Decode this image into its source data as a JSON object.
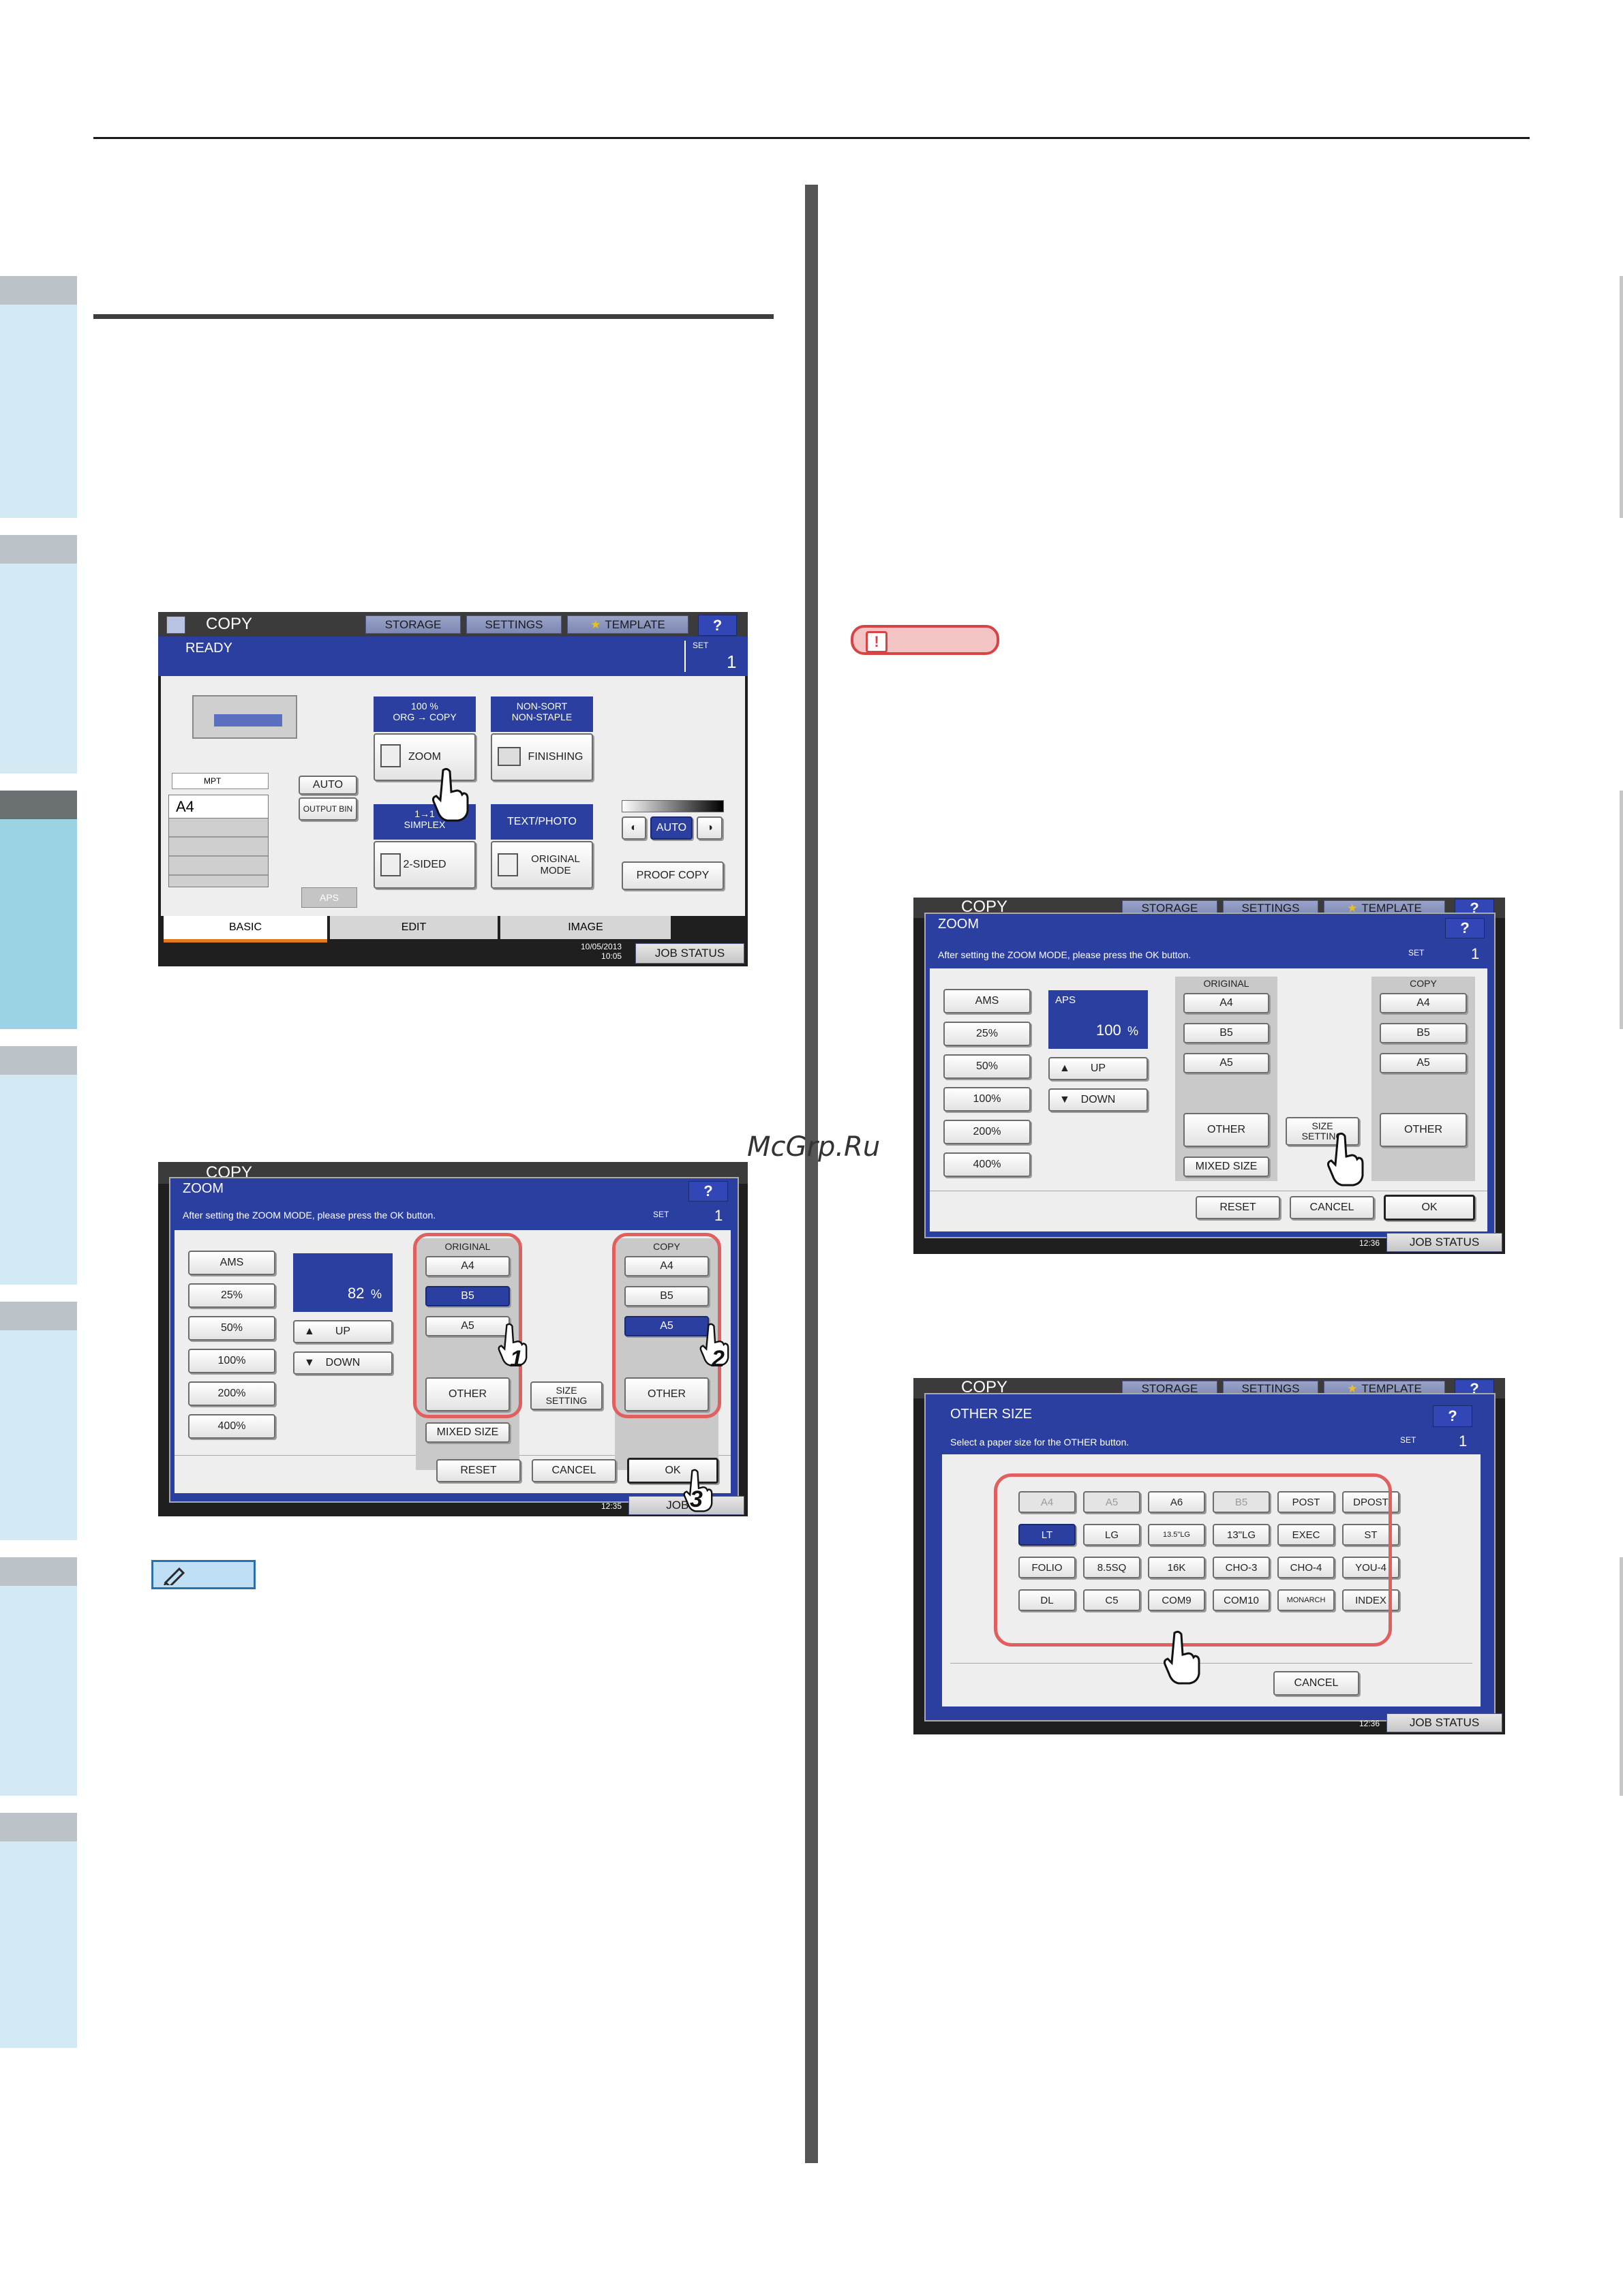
{
  "watermark": "McGrp.Ru",
  "screen1": {
    "title": "COPY",
    "topbar": {
      "storage": "STORAGE",
      "settings": "SETTINGS",
      "template": "TEMPLATE",
      "help": "?"
    },
    "status": "READY",
    "set_label": "SET",
    "set_value": "1",
    "machine": {
      "mpt": "MPT",
      "paper": "A4",
      "aps": "APS"
    },
    "auto_btn": "AUTO",
    "output_bin": "OUTPUT BIN",
    "zoom_info": [
      "100 %",
      "ORG → COPY"
    ],
    "zoom_btn": "ZOOM",
    "finishing_info": [
      "NON-SORT",
      "NON-STAPLE"
    ],
    "finishing_btn": "FINISHING",
    "sided_info": [
      "1→1",
      "SIMPLEX"
    ],
    "sided_btn": "2-SIDED",
    "mode_info": "TEXT/PHOTO",
    "mode_btn": [
      "ORIGINAL",
      "MODE"
    ],
    "density_auto": "AUTO",
    "proof_copy": "PROOF COPY",
    "tabs": [
      "BASIC",
      "EDIT",
      "IMAGE"
    ],
    "date": [
      "10/05/2013",
      "10:05"
    ],
    "job_status": "JOB STATUS"
  },
  "screen2": {
    "behind_title": "COPY",
    "title": "ZOOM",
    "help": "?",
    "message": "After setting the ZOOM MODE, please press the OK button.",
    "set_label": "SET",
    "set_value": "1",
    "left_buttons": [
      "AMS",
      "25%",
      "50%",
      "100%",
      "200%",
      "400%"
    ],
    "zoom_value": "82",
    "percent": "%",
    "up": "UP",
    "down": "DOWN",
    "original_header": "ORIGINAL",
    "original_sizes": [
      "A4",
      "B5",
      "A5"
    ],
    "original_selected": "B5",
    "copy_header": "COPY",
    "copy_sizes": [
      "A4",
      "B5",
      "A5"
    ],
    "copy_selected": "A5",
    "other": "OTHER",
    "size_setting": [
      "SIZE",
      "SETTING"
    ],
    "mixed_size": "MIXED SIZE",
    "reset": "RESET",
    "cancel": "CANCEL",
    "ok": "OK",
    "time": "12:35",
    "job_status": "JOB ST",
    "steps": [
      "1",
      "2",
      "3"
    ]
  },
  "screen3": {
    "behind_title": "COPY",
    "topbar": {
      "storage": "STORAGE",
      "settings": "SETTINGS",
      "template": "TEMPLATE",
      "help": "?"
    },
    "title": "ZOOM",
    "help": "?",
    "message": "After setting the ZOOM MODE, please press the OK button.",
    "set_label": "SET",
    "set_value": "1",
    "left_buttons": [
      "AMS",
      "25%",
      "50%",
      "100%",
      "200%",
      "400%"
    ],
    "aps": "APS",
    "zoom_value": "100",
    "percent": "%",
    "up": "UP",
    "down": "DOWN",
    "original_header": "ORIGINAL",
    "original_sizes": [
      "A4",
      "B5",
      "A5"
    ],
    "copy_header": "COPY",
    "copy_sizes": [
      "A4",
      "B5",
      "A5"
    ],
    "other": "OTHER",
    "size_setting": [
      "SIZE",
      "SETTING"
    ],
    "mixed_size": "MIXED SIZE",
    "reset": "RESET",
    "cancel": "CANCEL",
    "ok": "OK",
    "time": "12:36",
    "job_status": "JOB STATUS"
  },
  "screen4": {
    "behind_title": "COPY",
    "topbar": {
      "storage": "STORAGE",
      "settings": "SETTINGS",
      "template": "TEMPLATE",
      "help": "?"
    },
    "title": "OTHER SIZE",
    "help": "?",
    "message": "Select a paper size for the OTHER button.",
    "set_label": "SET",
    "set_value": "1",
    "sizes": [
      [
        "A4",
        "A5",
        "A6",
        "B5",
        "POST",
        "DPOST"
      ],
      [
        "LT",
        "LG",
        "13.5\"LG",
        "13\"LG",
        "EXEC",
        "ST"
      ],
      [
        "FOLIO",
        "8.5SQ",
        "16K",
        "CHO-3",
        "CHO-4",
        "YOU-4"
      ],
      [
        "DL",
        "C5",
        "COM9",
        "COM10",
        "MONARCH",
        "INDEX"
      ]
    ],
    "disabled": [
      "A4",
      "A5",
      "B5"
    ],
    "selected": "LT",
    "cancel": "CANCEL",
    "time": "12:36",
    "job_status": "JOB STATUS"
  },
  "colors": {
    "panel_blue": "#2a3fa0",
    "highlight_red": "#e06060",
    "side_tab_light": "#d3eaf4",
    "side_tab_active": "#9bd3e5"
  }
}
